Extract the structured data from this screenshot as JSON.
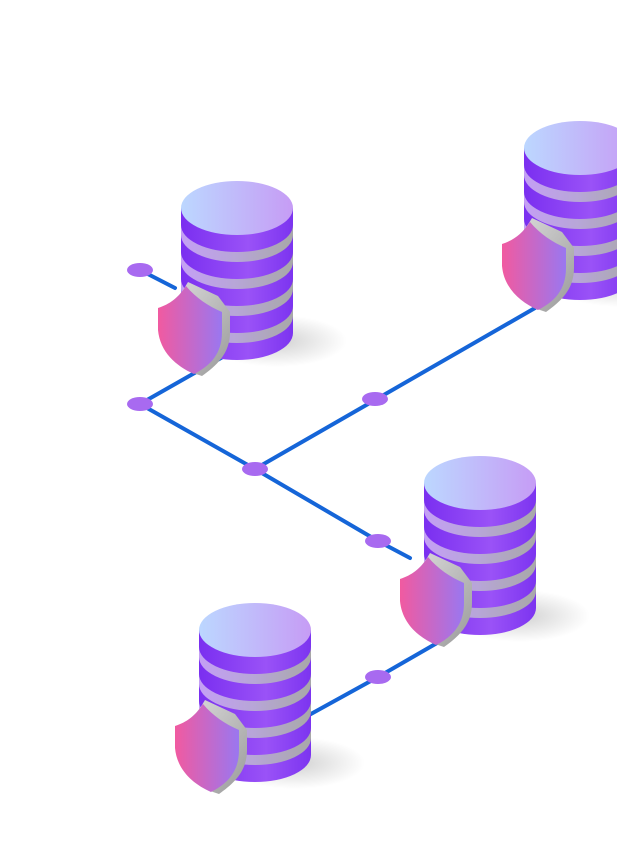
{
  "colors": {
    "background": "#ffffff",
    "connector_line": "#1565d8",
    "connector_node": "#a86af0",
    "disk_side": "#8b3ff5",
    "disk_top_start": "#bcd7ff",
    "disk_top_end": "#c69cf5",
    "disk_gap": "#b3b3b3",
    "shield_start": "#f15aa0",
    "shield_end": "#9a77f0",
    "shield_rim": "#c9c9c9"
  },
  "icons": {
    "database": "database-icon",
    "shield": "shield-icon",
    "node": "node-dot"
  },
  "nodes_count_label": "",
  "diagram": {
    "databases": [
      {
        "id": "db-top-left"
      },
      {
        "id": "db-top-right"
      },
      {
        "id": "db-middle-right"
      },
      {
        "id": "db-bottom-left"
      }
    ]
  }
}
